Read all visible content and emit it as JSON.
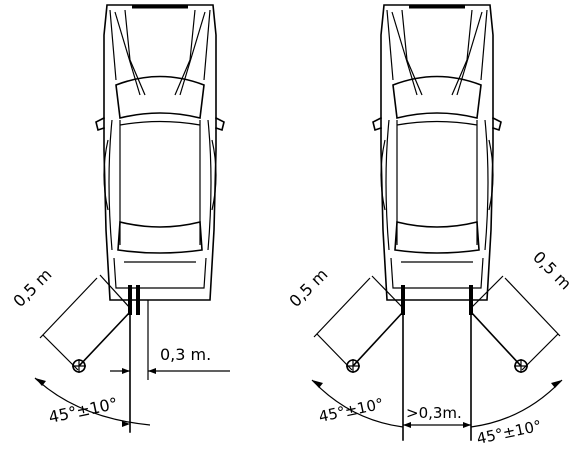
{
  "left_diagram": {
    "distance_label": "0,5 m",
    "gap_label": "0,3 m.",
    "angle_label": "45°±10°"
  },
  "right_diagram": {
    "distance_left_label": "0,5 m",
    "distance_right_label": "0,5 m",
    "gap_label": ">0,3m.",
    "angle_left_label": "45°±10°",
    "angle_right_label": "45°±10°"
  }
}
